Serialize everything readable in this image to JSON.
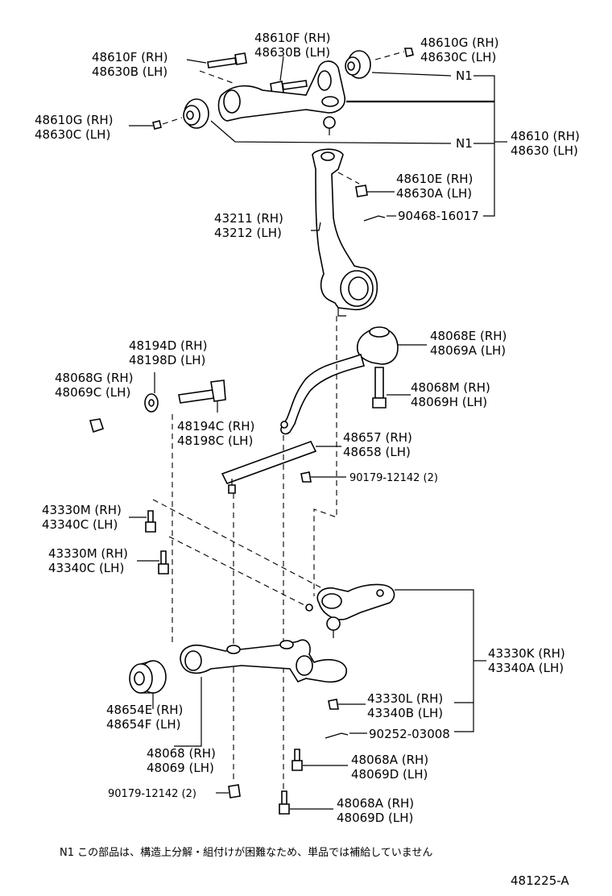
{
  "diagram": {
    "parts": {
      "upper_bolt_left": {
        "rh": "48610F (RH)",
        "lh": "48630B (LH)"
      },
      "upper_bolt_center": {
        "rh": "48610F (RH)",
        "lh": "48630B (LH)"
      },
      "upper_bushing_right": {
        "rh": "48610G (RH)",
        "lh": "48630C (LH)"
      },
      "upper_bushing_left": {
        "rh": "48610G (RH)",
        "lh": "48630C (LH)"
      },
      "upper_arm": {
        "rh": "48610 (RH)",
        "lh": "48630 (LH)"
      },
      "upper_nut": {
        "rh": "48610E (RH)",
        "lh": "48630A (LH)"
      },
      "cotter_pin_upper": {
        "code": "90468-16017"
      },
      "knuckle": {
        "rh": "43211 (RH)",
        "lh": "43212 (LH)"
      },
      "strut_bushing": {
        "rh": "48068E (RH)",
        "lh": "48069A (LH)"
      },
      "washer": {
        "rh": "48194D (RH)",
        "lh": "48198D (LH)"
      },
      "nut_g": {
        "rh": "48068G (RH)",
        "lh": "48069C (LH)"
      },
      "bolt_m": {
        "rh": "48068M (RH)",
        "lh": "48069H (LH)"
      },
      "cam_bolt": {
        "rh": "48194C (RH)",
        "lh": "48198C (LH)"
      },
      "strut_bar": {
        "rh": "48657 (RH)",
        "lh": "48658 (LH)"
      },
      "nut_strut": {
        "code": "90179-12142 (2)"
      },
      "bolt_ball_joint_1": {
        "rh": "43330M (RH)",
        "lh": "43340C (LH)"
      },
      "bolt_ball_joint_2": {
        "rh": "43330M (RH)",
        "lh": "43340C (LH)"
      },
      "lower_ball_joint": {
        "rh": "43330K (RH)",
        "lh": "43340A (LH)"
      },
      "lower_ball_nut": {
        "rh": "43330L (RH)",
        "lh": "43340B (LH)"
      },
      "cotter_pin_lower": {
        "code": "90252-03008"
      },
      "lower_bushing": {
        "rh": "48654E (RH)",
        "lh": "48654F (LH)"
      },
      "lower_arm": {
        "rh": "48068 (RH)",
        "lh": "48069 (LH)"
      },
      "nut_lower": {
        "code": "90179-12142 (2)"
      },
      "bolt_a_1": {
        "rh": "48068A (RH)",
        "lh": "48069D (LH)"
      },
      "bolt_a_2": {
        "rh": "48068A (RH)",
        "lh": "48069D (LH)"
      }
    },
    "n1_marker": "N1",
    "footnote": "N1  この部品は、構造上分解・組付けが困難なため、単品では補給していません",
    "figure_id": "481225-A"
  }
}
